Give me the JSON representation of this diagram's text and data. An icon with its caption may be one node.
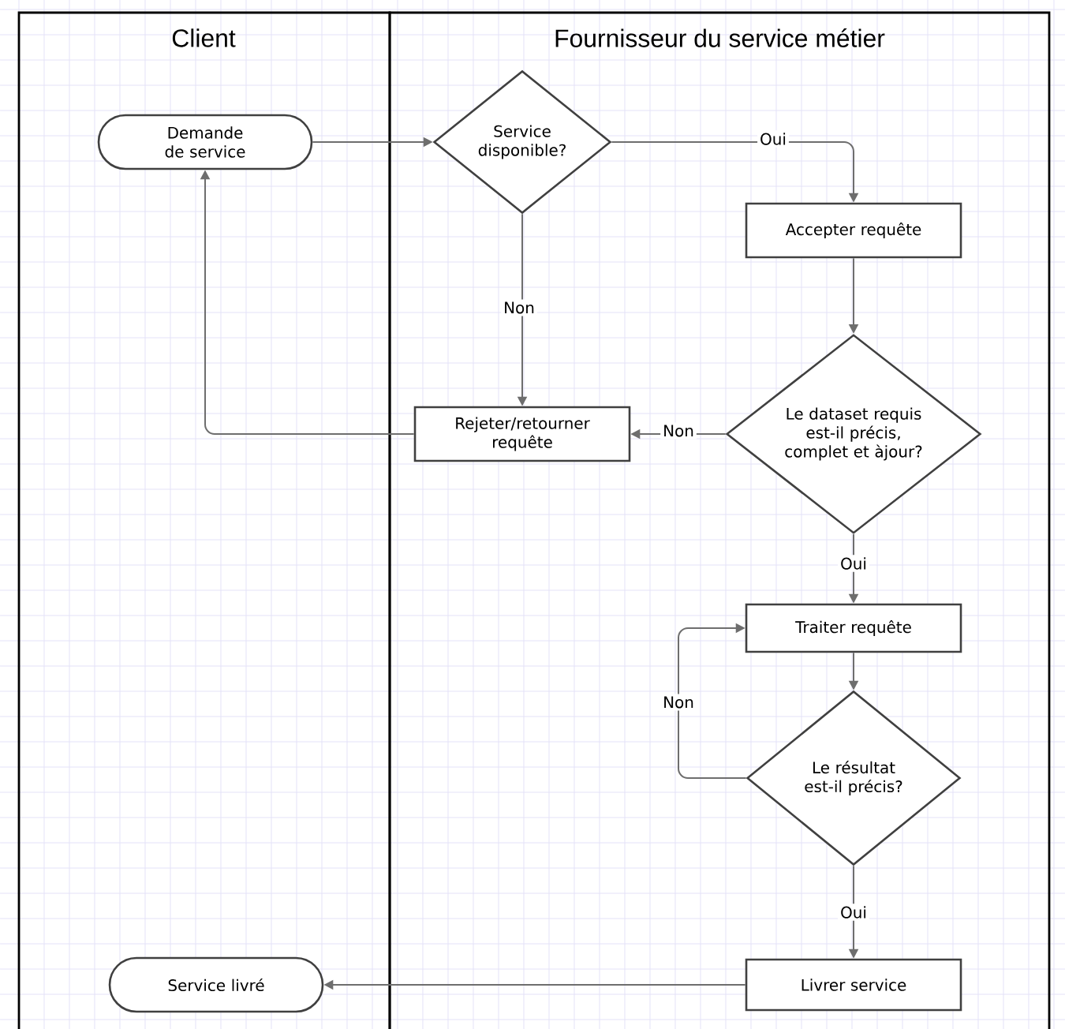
{
  "diagram": {
    "nodes": [
      {
        "text": [
          "Client"
        ]
      },
      {
        "text": [
          "Fournisseur du service métier"
        ]
      },
      {
        "text": [
          "Demande de service"
        ],
        "in": 0
      },
      {
        "text": [
          "Service disponible?"
        ],
        "in": 1
      },
      {
        "text": [
          "Accepter requête"
        ],
        "in": 1
      },
      {
        "text": [
          "Rejeter/retourner requête"
        ],
        "in": 1
      },
      {
        "text": [
          "Le dataset requis est-il précis, complet et àjour?"
        ],
        "in": 1
      },
      {
        "text": [
          "Traiter requête"
        ],
        "in": 1
      },
      {
        "text": [
          "Le résultat est-il précis?"
        ],
        "in": 1
      },
      {
        "text": [
          "Livrer service"
        ],
        "in": 1
      },
      {
        "text": [
          "Service livré"
        ],
        "in": 0
      }
    ],
    "edges": [
      {
        "from": 2,
        "to": 3,
        "arrow": "to"
      },
      {
        "from": 3,
        "to": 4,
        "arrow": "to",
        "label": "Oui"
      },
      {
        "from": 3,
        "to": 5,
        "arrow": "to",
        "label": "Non"
      },
      {
        "from": 4,
        "to": 6,
        "arrow": "to"
      },
      {
        "from": 6,
        "to": 5,
        "arrow": "to",
        "label": "Non"
      },
      {
        "from": 5,
        "to": 2,
        "arrow": "to"
      },
      {
        "from": 6,
        "to": 7,
        "arrow": "to",
        "label": "Oui"
      },
      {
        "from": 7,
        "to": 8,
        "arrow": "to"
      },
      {
        "from": 8,
        "to": 7,
        "arrow": "to",
        "label": "Non"
      },
      {
        "from": 8,
        "to": 9,
        "arrow": "to",
        "label": "Oui"
      },
      {
        "from": 9,
        "to": 10,
        "arrow": "to"
      }
    ]
  }
}
